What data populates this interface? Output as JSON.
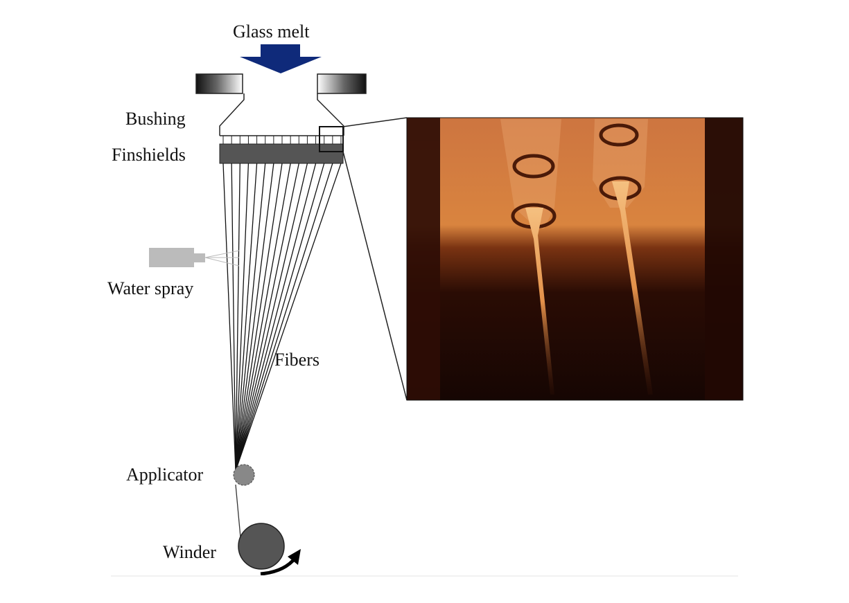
{
  "labels": {
    "glass_melt": "Glass melt",
    "bushing": "Bushing",
    "finshields": "Finshields",
    "water_spray": "Water spray",
    "fibers": "Fibers",
    "applicator": "Applicator",
    "winder": "Winder"
  },
  "colors": {
    "arrow": "#0f2a7a",
    "finshield": "#555555",
    "applicator": "#888888",
    "winder": "#555555",
    "spray": "#bbbbbb",
    "photo_glow": "#d8823f",
    "photo_dark": "#160603"
  },
  "fiber_count": 15
}
